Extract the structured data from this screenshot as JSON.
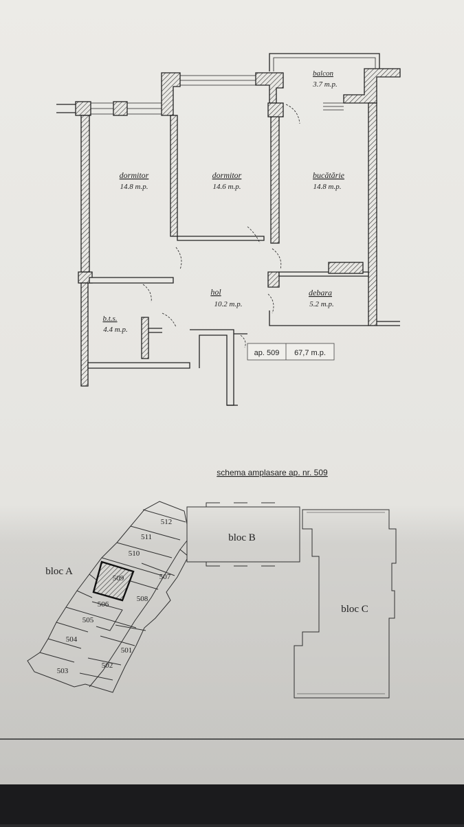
{
  "floor_plan": {
    "rooms": [
      {
        "id": "dormitor-left",
        "name": "dormitor",
        "area": "14.8 m.p."
      },
      {
        "id": "dormitor-mid",
        "name": "dormitor",
        "area": "14.6 m.p."
      },
      {
        "id": "bucatarie",
        "name": "bucătărie",
        "area": "14.8 m.p."
      },
      {
        "id": "balcon",
        "name": "balcon",
        "area": "3.7 m.p."
      },
      {
        "id": "hol",
        "name": "hol",
        "area": "10.2 m.p."
      },
      {
        "id": "debara",
        "name": "debara",
        "area": "5.2 m.p."
      },
      {
        "id": "bts",
        "name": "b.t.s.",
        "area": "4.4 m.p."
      }
    ],
    "apartment_tag": {
      "label": "ap. 509",
      "area": "67,7 m.p."
    }
  },
  "site_plan": {
    "title": "schema amplasare ap. nr. 509",
    "blocks": [
      {
        "id": "bloc-a",
        "label": "bloc A"
      },
      {
        "id": "bloc-b",
        "label": "bloc B"
      },
      {
        "id": "bloc-c",
        "label": "bloc C"
      }
    ],
    "units": [
      "512",
      "511",
      "510",
      "509",
      "507",
      "506",
      "508",
      "505",
      "504",
      "501",
      "503",
      "502"
    ],
    "highlighted_unit": "509"
  },
  "colors": {
    "ink": "#222222",
    "paper": "#ecebe7",
    "hatch": "#444444"
  }
}
